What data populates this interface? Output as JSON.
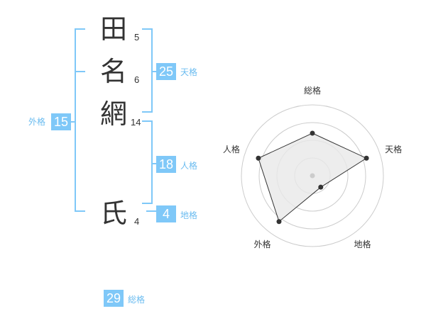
{
  "name": {
    "chars": [
      {
        "char": "田",
        "strokes": "5"
      },
      {
        "char": "名",
        "strokes": "6"
      },
      {
        "char": "網",
        "strokes": "14"
      },
      {
        "char": "氏",
        "strokes": "4"
      }
    ]
  },
  "fortunes": {
    "tenkaku": {
      "value": "25",
      "label": "天格"
    },
    "jinkaku": {
      "value": "18",
      "label": "人格"
    },
    "chikaku": {
      "value": "4",
      "label": "地格"
    },
    "gaikaku": {
      "value": "15",
      "label": "外格"
    },
    "soukaku": {
      "value": "29",
      "label": "総格"
    }
  },
  "chart_data": {
    "type": "radar",
    "axes": [
      "総格",
      "天格",
      "地格",
      "外格",
      "人格"
    ],
    "rings": 4,
    "values": [
      3,
      4,
      1,
      4,
      4
    ],
    "max": 5
  },
  "colors": {
    "accent": "#7fc8f8",
    "bracket": "#7fc8f8",
    "polygon_fill": "#e9e9e9",
    "polygon_stroke": "#333333",
    "ring": "#cccccc"
  }
}
